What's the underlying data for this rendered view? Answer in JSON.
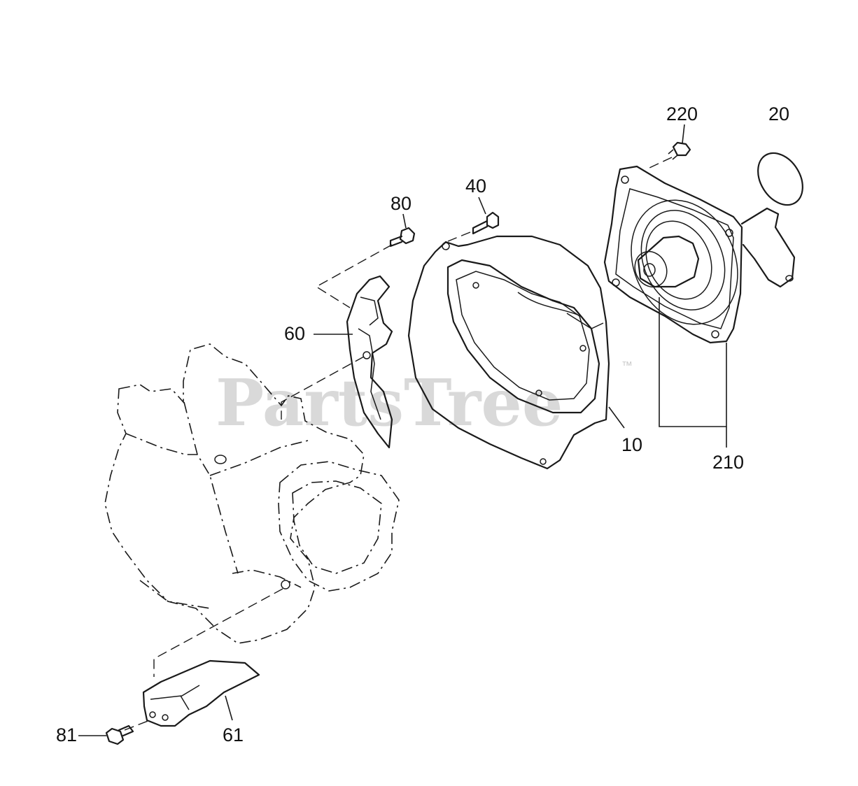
{
  "watermark": {
    "text": "PartsTree",
    "trademark": "™"
  },
  "callouts": [
    {
      "id": "220",
      "text": "220",
      "part": "starter-mounting-bolt"
    },
    {
      "id": "20",
      "text": "20",
      "part": "starter-cover-disc"
    },
    {
      "id": "40",
      "text": "40",
      "part": "shroud-bolt"
    },
    {
      "id": "80",
      "text": "80",
      "part": "baffle-bolt"
    },
    {
      "id": "60",
      "text": "60",
      "part": "upper-air-baffle"
    },
    {
      "id": "10",
      "text": "10",
      "part": "fan-shroud"
    },
    {
      "id": "210",
      "text": "210",
      "part": "recoil-starter-assembly"
    },
    {
      "id": "81",
      "text": "81",
      "part": "lower-baffle-bolt"
    },
    {
      "id": "61",
      "text": "61",
      "part": "lower-air-baffle"
    }
  ]
}
